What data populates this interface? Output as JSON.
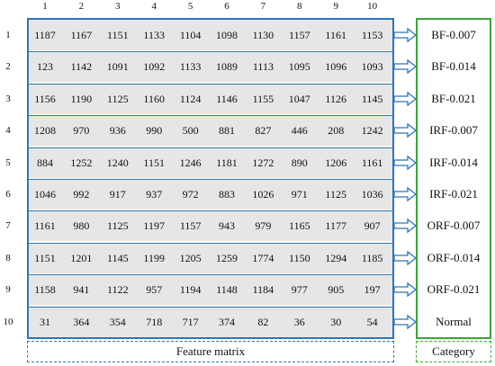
{
  "column_numbers": [
    "1",
    "2",
    "3",
    "4",
    "5",
    "6",
    "7",
    "8",
    "9",
    "10"
  ],
  "row_numbers": [
    "1",
    "2",
    "3",
    "4",
    "5",
    "6",
    "7",
    "8",
    "9",
    "10"
  ],
  "matrix": [
    [
      "1187",
      "1167",
      "1151",
      "1133",
      "1104",
      "1098",
      "1130",
      "1157",
      "1161",
      "1153"
    ],
    [
      "123",
      "1142",
      "1091",
      "1092",
      "1133",
      "1089",
      "1113",
      "1095",
      "1096",
      "1093"
    ],
    [
      "1156",
      "1190",
      "1125",
      "1160",
      "1124",
      "1146",
      "1155",
      "1047",
      "1126",
      "1145"
    ],
    [
      "1208",
      "970",
      "936",
      "990",
      "500",
      "881",
      "827",
      "446",
      "208",
      "1242"
    ],
    [
      "884",
      "1252",
      "1240",
      "1151",
      "1246",
      "1181",
      "1272",
      "890",
      "1206",
      "1161"
    ],
    [
      "1046",
      "992",
      "917",
      "937",
      "972",
      "883",
      "1026",
      "971",
      "1125",
      "1036"
    ],
    [
      "1161",
      "980",
      "1125",
      "1197",
      "1157",
      "943",
      "979",
      "1165",
      "1177",
      "907"
    ],
    [
      "1151",
      "1201",
      "1145",
      "1199",
      "1205",
      "1259",
      "1774",
      "1150",
      "1294",
      "1185"
    ],
    [
      "1158",
      "941",
      "1122",
      "957",
      "1194",
      "1148",
      "1184",
      "977",
      "905",
      "197"
    ],
    [
      "31",
      "364",
      "354",
      "718",
      "717",
      "374",
      "82",
      "36",
      "30",
      "54"
    ]
  ],
  "categories": [
    "BF-0.007",
    "BF-0.014",
    "BF-0.021",
    "IRF-0.007",
    "IRF-0.014",
    "IRF-0.021",
    "ORF-0.007",
    "ORF-0.014",
    "ORF-0.021",
    "Normal"
  ],
  "labels": {
    "feature_matrix": "Feature matrix",
    "category": "Category"
  },
  "colors": {
    "matrix_border": "#2e75b6",
    "category_border": "#3aa53a",
    "row_fill": "#e6e6e6"
  }
}
